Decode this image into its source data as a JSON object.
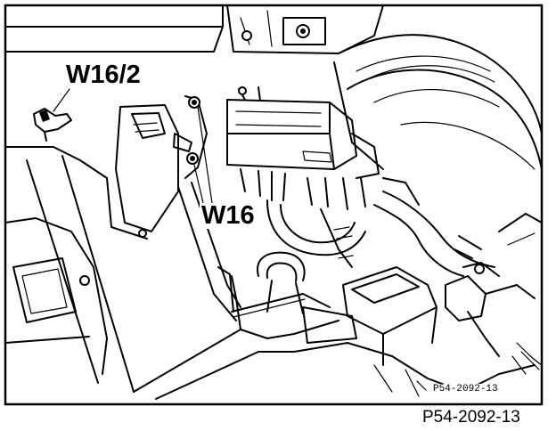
{
  "labels": {
    "w16_2": "W16/2",
    "w16": "W16"
  },
  "figure_reference": "P54-2092-13",
  "drawing_reference_inset": "P54-2092-13"
}
